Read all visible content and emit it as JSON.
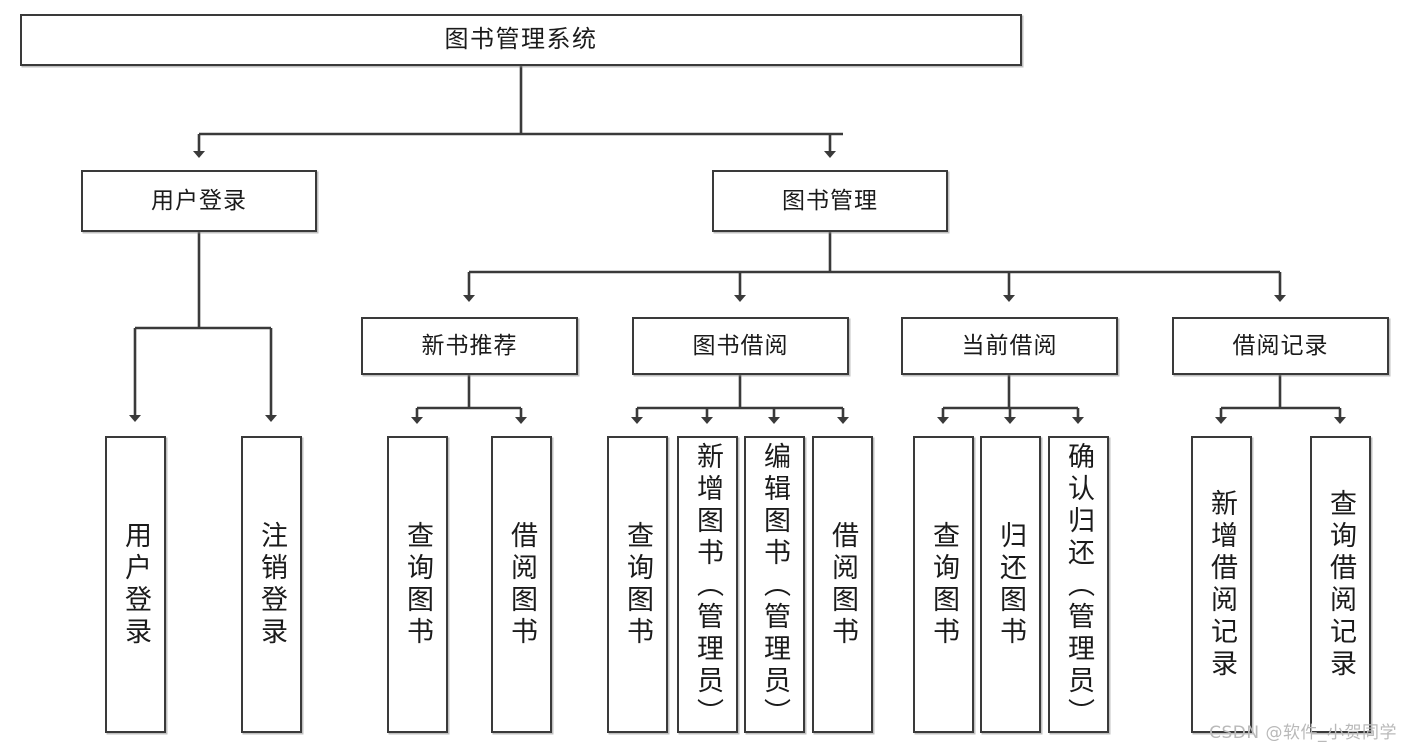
{
  "diagram": {
    "title": "图书管理系统",
    "watermark": "CSDN @软件_小贺同学",
    "line_color": "#3a3a3a",
    "box_fill": "#ffffff",
    "text_color": "#1b1b1b",
    "levels": {
      "root": {
        "label": "图书管理系统"
      },
      "level2": [
        {
          "label": "用户登录"
        },
        {
          "label": "图书管理"
        }
      ],
      "level3": [
        {
          "label": "新书推荐"
        },
        {
          "label": "图书借阅"
        },
        {
          "label": "当前借阅"
        },
        {
          "label": "借阅记录"
        }
      ],
      "leaves": {
        "user_login": [
          {
            "label": "用户登录"
          },
          {
            "label": "注销登录"
          }
        ],
        "new_book_recommend": [
          {
            "label": "查询图书"
          },
          {
            "label": "借阅图书"
          }
        ],
        "book_borrow": [
          {
            "label": "查询图书"
          },
          {
            "label": "新增图书（管理员）"
          },
          {
            "label": "编辑图书（管理员）"
          },
          {
            "label": "借阅图书"
          }
        ],
        "current_borrow": [
          {
            "label": "查询图书"
          },
          {
            "label": "归还图书"
          },
          {
            "label": "确认归还（管理员）"
          }
        ],
        "borrow_record": [
          {
            "label": "新增借阅记录"
          },
          {
            "label": "查询借阅记录"
          }
        ]
      }
    }
  }
}
